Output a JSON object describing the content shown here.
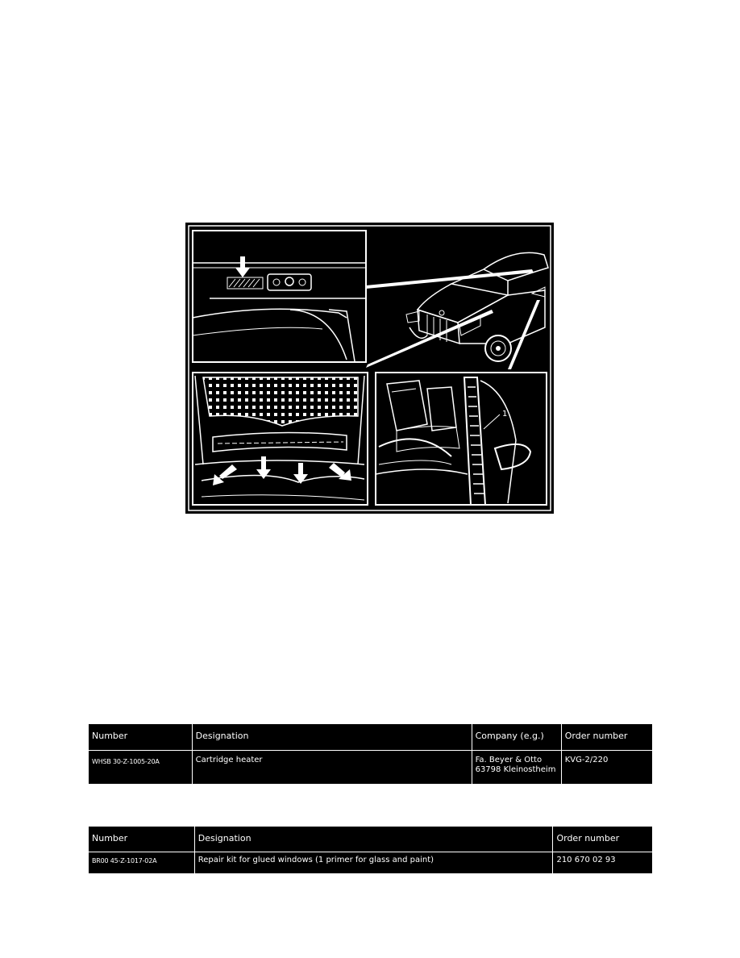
{
  "figure": {
    "callout_label": "1"
  },
  "table1": {
    "headers": [
      "Number",
      "Designation",
      "Company (e.g.)",
      "Order number"
    ],
    "row": {
      "number": "WHSB 30-Z-1005-20A",
      "designation": "Cartridge heater",
      "company_line1": "Fa. Beyer & Otto",
      "company_line2": "63798 Kleinostheim",
      "order_number": "KVG-2/220"
    }
  },
  "table2": {
    "headers": [
      "Number",
      "Designation",
      "Order number"
    ],
    "row": {
      "number": "BR00 45-Z-1017-02A",
      "designation": "Repair kit for glued windows (1 primer for glass and paint)",
      "order_number": "210 670 02 93"
    }
  }
}
